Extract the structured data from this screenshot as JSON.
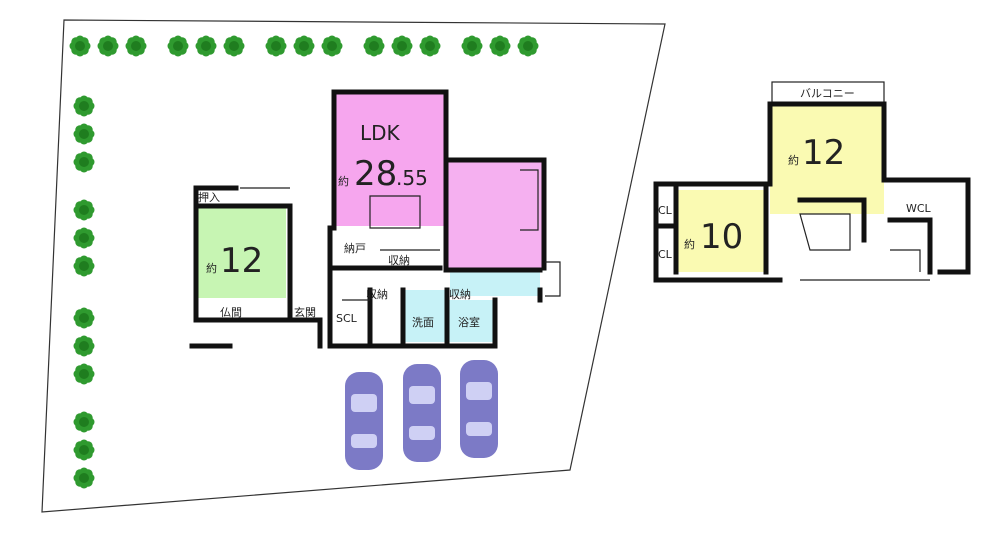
{
  "ground_floor": {
    "ldk": {
      "label": "LDK",
      "prefix": "約",
      "size": "28",
      "decimal": ".55"
    },
    "washitsu": {
      "prefix": "約",
      "size": "12"
    },
    "oshiire": "押入",
    "butsuma": "仏間",
    "nando": "納戸",
    "shuno_1": "収納",
    "shuno_2": "収納",
    "shuno_3": "収納",
    "genkan": "玄関",
    "scl": "SCL",
    "senmen": "洗面",
    "yokushitsu": "浴室"
  },
  "upper_floor": {
    "balcony": "バルコニー",
    "room_a": {
      "prefix": "約",
      "size": "10"
    },
    "room_b": {
      "prefix": "約",
      "size": "12"
    },
    "cl_1": "CL",
    "cl_2": "CL",
    "wcl": "WCL"
  },
  "colors": {
    "ldk": "#f6a6ee",
    "kitchen": "#f5b0f0",
    "washitsu": "#c7f5b3",
    "room_upper": "#fafab2",
    "bath": "#c7f2f7",
    "car": "#7c7ac6",
    "tree": "#2f9a2f"
  }
}
